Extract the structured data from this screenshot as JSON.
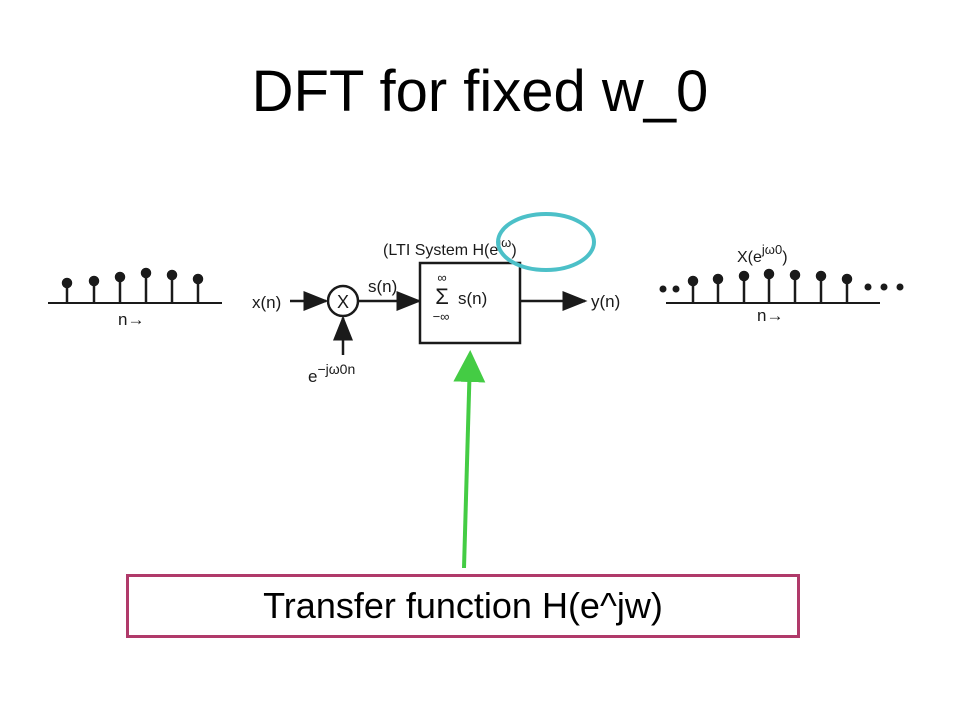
{
  "slide": {
    "title": "DFT for fixed w_0",
    "callout": "Transfer function H(e^jw)"
  },
  "diagram": {
    "input_label": "x(n)",
    "multiplier_symbol": "X",
    "modulation_base": "e",
    "modulation_exponent": "−jω0n",
    "signal_label": "s(n)",
    "system_caption": "(LTI System",
    "system_response_base": "H(e",
    "system_response_exponent": "jω",
    "system_response_close": ")",
    "sum_upper_limit": "∞",
    "sum_symbol": "Σ",
    "sum_lower_limit": "−∞",
    "sum_term": "s(n)",
    "output_label": "y(n)",
    "left_axis_label": "n→",
    "right_axis_label": "n→",
    "right_plot_base": "X(e",
    "right_plot_exponent": "jω0",
    "right_plot_close": ")"
  },
  "colors": {
    "highlight_circle": "#4cc0c8",
    "pointer_arrow": "#44cc44",
    "callout_border": "#b03a6a"
  }
}
